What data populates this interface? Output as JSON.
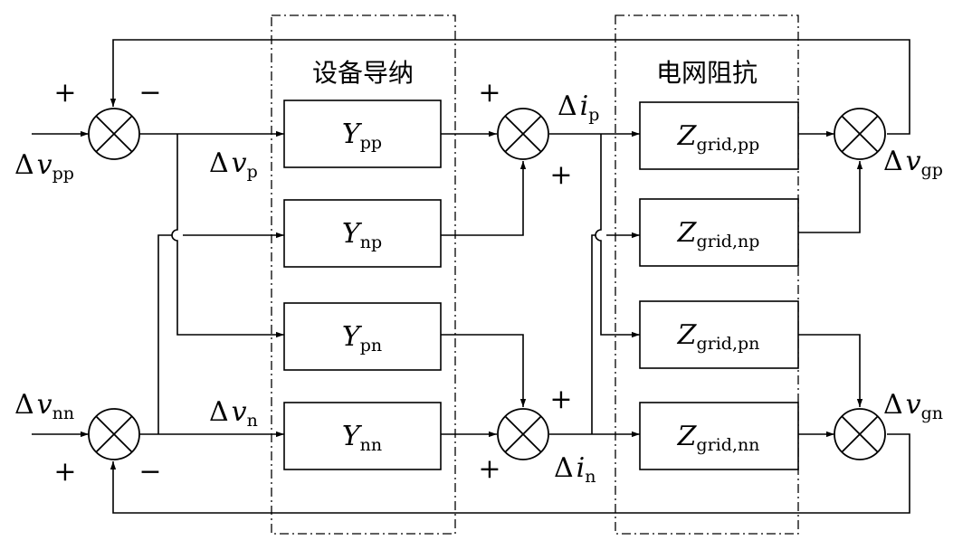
{
  "groups": {
    "device": "设备导纳",
    "grid": "电网阻抗"
  },
  "blocks": {
    "ypp": {
      "sym": "Y",
      "sub": "pp"
    },
    "ynp": {
      "sym": "Y",
      "sub": "np"
    },
    "ypn": {
      "sym": "Y",
      "sub": "pn"
    },
    "ynn": {
      "sym": "Y",
      "sub": "nn"
    },
    "zpp": {
      "sym": "Z",
      "sub": "grid,pp"
    },
    "znp": {
      "sym": "Z",
      "sub": "grid,np"
    },
    "zpn": {
      "sym": "Z",
      "sub": "grid,pn"
    },
    "znn": {
      "sym": "Z",
      "sub": "grid,nn"
    }
  },
  "signals": {
    "vpp": {
      "delta": "Δ",
      "sym": "v",
      "sub": "pp"
    },
    "vnn": {
      "delta": "Δ",
      "sym": "v",
      "sub": "nn"
    },
    "vp": {
      "delta": "Δ",
      "sym": "v",
      "sub": "p"
    },
    "vn": {
      "delta": "Δ",
      "sym": "v",
      "sub": "n"
    },
    "ip": {
      "delta": "Δ",
      "sym": "i",
      "sub": "p"
    },
    "in": {
      "delta": "Δ",
      "sym": "i",
      "sub": "n"
    },
    "vgp": {
      "delta": "Δ",
      "sym": "v",
      "sub": "gp"
    },
    "vgn": {
      "delta": "Δ",
      "sym": "v",
      "sub": "gn"
    }
  },
  "signs": {
    "plus": "+",
    "minus": "−"
  }
}
